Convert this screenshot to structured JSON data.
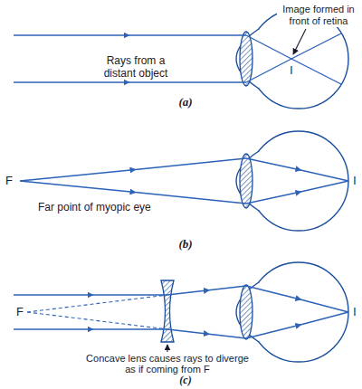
{
  "diagram": {
    "labels": [
      "Image formed in front of retina",
      "Rays from a distant object",
      "I",
      "(a)",
      "F",
      "Far point of myopic eye",
      "I",
      "(b)",
      "F",
      "I",
      "Concave lens causes rays to diverge as if coming from F",
      "(c)"
    ]
  }
}
